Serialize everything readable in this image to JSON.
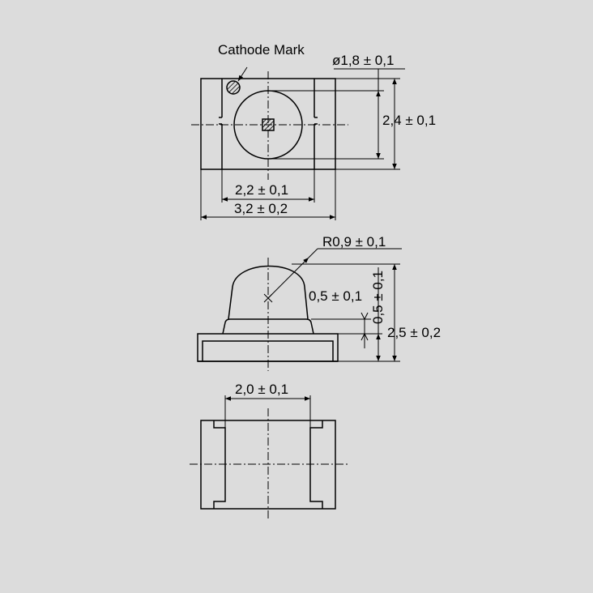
{
  "labels": {
    "cathode_mark": "Cathode Mark",
    "lens_diameter": "ø1,8 ± 0,1",
    "body_height_top": "2,4 ± 0,1",
    "inner_width": "2,2 ± 0,1",
    "overall_width": "3,2 ± 0,2",
    "lens_radius": "R0,9 ± 0,1",
    "lens_offset": "0,5 ± 0,1",
    "base_height": "0,5 ± 0,1",
    "overall_height": "2,5 ± 0,2",
    "pad_spacing": "2,0 ± 0,1"
  },
  "colors": {
    "background": "#dcdcdc",
    "line": "#000000"
  }
}
